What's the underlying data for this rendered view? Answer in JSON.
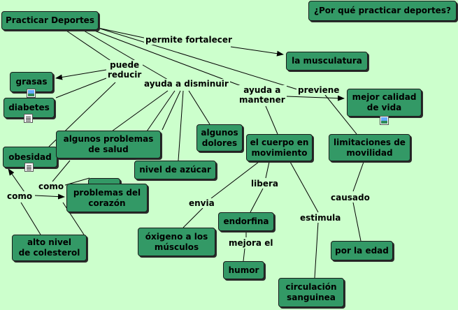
{
  "title": "¿Por qué practicar deportes?",
  "concepts": {
    "root": "Practicar Deportes",
    "musculatura": "la musculatura",
    "grasas": "grasas",
    "diabetes": "diabetes",
    "obesidad": "obesidad",
    "problemas_salud": "algunos problemas\nde salud",
    "problemas_corazon": "problemas del\ncorazón",
    "colesterol": "alto nivel\nde colesterol",
    "azucar": "nivel de azúcar",
    "dolores": "algunos\ndolores",
    "cuerpo": "el cuerpo en\nmovimiento",
    "calidad_vida": "mejor calidad\nde vida",
    "movilidad": "limitaciones de\nmovilidad",
    "oxigeno": "óxigeno a los\nmúsculos",
    "endorfina": "endorfina",
    "humor": "humor",
    "circulacion": "circulación\nsanguinea",
    "edad": "por la edad"
  },
  "linking": {
    "permite_fortalecer": "permite fortalecer",
    "puede_reducir": "puede\nreducir",
    "ayuda_disminuir": "ayuda a disminuir",
    "ayuda_mantener": "ayuda a\nmantener",
    "previene": "previene",
    "como_1": "como",
    "como_2": "como",
    "envia": "envia",
    "libera": "libera",
    "mejora_el": "mejora el",
    "estimula": "estimula",
    "causado": "causado"
  },
  "colors": {
    "background": "#ccffcc",
    "node": "#339966",
    "line": "#000000"
  },
  "icons": {
    "grasas": "image-icon",
    "diabetes": "document-icon",
    "obesidad": "document-icon",
    "calidad_vida": "image-icon"
  }
}
